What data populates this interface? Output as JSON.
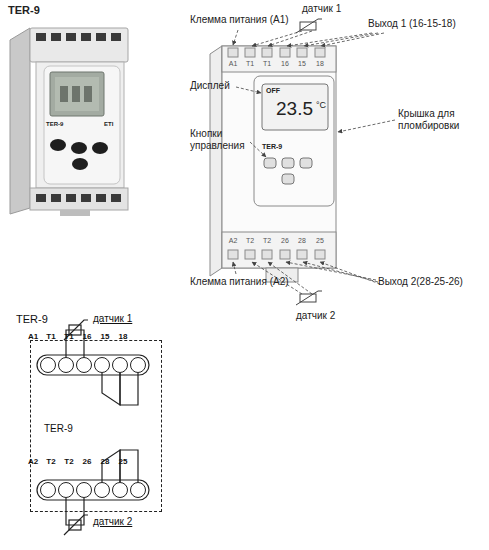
{
  "diagram": {
    "nodes": [
      {
        "text": [
          "TER-9",
          "TER-9"
        ]
      },
      {
        "text": [
          "A1"
        ],
        "in": 0
      },
      {
        "text": [
          "T1"
        ],
        "in": 0
      },
      {
        "text": [
          "T1"
        ],
        "in": 0
      },
      {
        "text": [
          "16"
        ],
        "in": 0
      },
      {
        "text": [
          "15"
        ],
        "in": 0
      },
      {
        "text": [
          "18"
        ],
        "in": 0
      },
      {
        "text": [
          "A2"
        ],
        "in": 0
      },
      {
        "text": [
          "T2"
        ],
        "in": 0
      },
      {
        "text": [
          "T2"
        ],
        "in": 0
      },
      {
        "text": [
          "26"
        ],
        "in": 0
      },
      {
        "text": [
          "28"
        ],
        "in": 0
      },
      {
        "text": [
          "25"
        ],
        "in": 0
      }
    ],
    "edges": [
      {
        "from": 2,
        "to": 3,
        "label": "датчик 1",
        "arrow": "none"
      },
      {
        "from": 5,
        "to": 4,
        "arrow": "none"
      },
      {
        "from": 5,
        "to": 6,
        "arrow": "none"
      },
      {
        "from": 8,
        "to": 9,
        "label": "датчик 2",
        "arrow": "none"
      },
      {
        "from": 11,
        "to": 10,
        "arrow": "none"
      },
      {
        "from": 11,
        "to": 12,
        "arrow": "none"
      }
    ],
    "labels": [
      "TER-9",
      "TER-9",
      "ETI",
      "Клемма питания (A1)",
      "датчик 1",
      "Выход 1 (16-15-18)",
      "Дисплей",
      "Кнопки управления",
      "Крышка для пломбировки",
      "Клемма питания (A2)",
      "Выход 2(28-25-26)",
      "датчик 2",
      "A1",
      "T1",
      "T1",
      "16",
      "15",
      "18",
      "OFF",
      "23.5",
      "°C",
      "TER-9",
      "A2",
      "T2",
      "T2",
      "26",
      "28",
      "25"
    ]
  }
}
